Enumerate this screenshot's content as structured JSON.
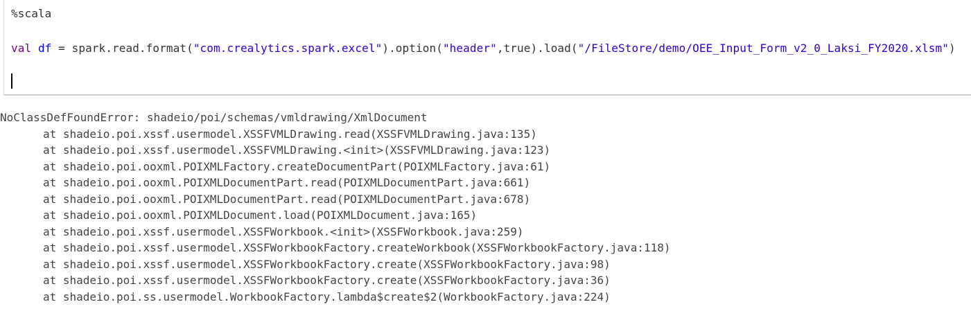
{
  "cell": {
    "magic": "%scala",
    "code": {
      "keyword": "val",
      "variable": "df",
      "eq": " = ",
      "p1": "spark.read.format(",
      "s1": "\"com.crealytics.spark.excel\"",
      "p2": ").option(",
      "s2": "\"header\"",
      "p3": ",true).load(",
      "s3": "\"/FileStore/demo/OEE_Input_Form_v2_0_Laksi_FY2020.xlsm\"",
      "p4": ")"
    }
  },
  "output": {
    "error": "NoClassDefFoundError: shadeio/poi/schemas/vmldrawing/XmlDocument",
    "frames": [
      "at shadeio.poi.xssf.usermodel.XSSFVMLDrawing.read(XSSFVMLDrawing.java:135)",
      "at shadeio.poi.xssf.usermodel.XSSFVMLDrawing.<init>(XSSFVMLDrawing.java:123)",
      "at shadeio.poi.ooxml.POIXMLFactory.createDocumentPart(POIXMLFactory.java:61)",
      "at shadeio.poi.ooxml.POIXMLDocumentPart.read(POIXMLDocumentPart.java:661)",
      "at shadeio.poi.ooxml.POIXMLDocumentPart.read(POIXMLDocumentPart.java:678)",
      "at shadeio.poi.ooxml.POIXMLDocument.load(POIXMLDocument.java:165)",
      "at shadeio.poi.xssf.usermodel.XSSFWorkbook.<init>(XSSFWorkbook.java:259)",
      "at shadeio.poi.xssf.usermodel.XSSFWorkbookFactory.createWorkbook(XSSFWorkbookFactory.java:118)",
      "at shadeio.poi.xssf.usermodel.XSSFWorkbookFactory.create(XSSFWorkbookFactory.java:98)",
      "at shadeio.poi.xssf.usermodel.XSSFWorkbookFactory.create(XSSFWorkbookFactory.java:36)",
      "at shadeio.poi.ss.usermodel.WorkbookFactory.lambda$create$2(WorkbookFactory.java:224)"
    ]
  },
  "colors": {
    "keyword": "#770088",
    "variable": "#0000ff",
    "string": "#3300cc"
  }
}
